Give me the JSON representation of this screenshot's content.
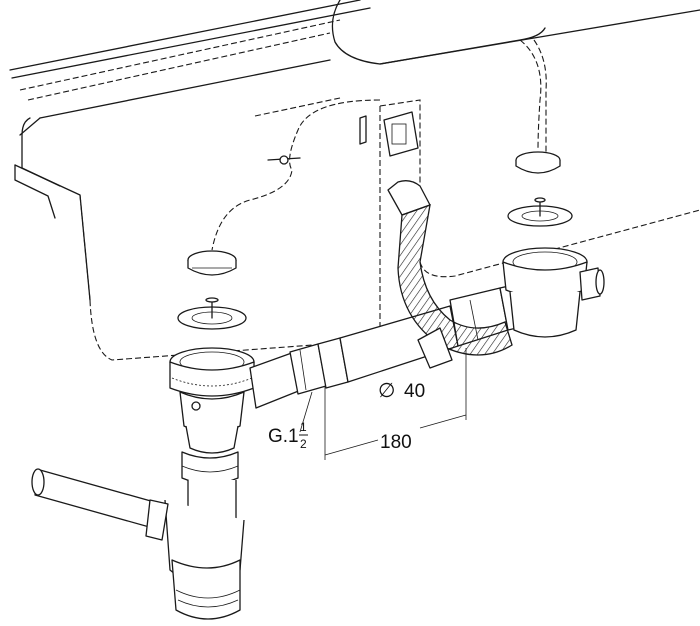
{
  "labels": {
    "thread": "G.1",
    "thread_num": "1",
    "thread_den": "2",
    "diameter_symbol": "∅",
    "diameter": "40",
    "spacing": "180"
  }
}
